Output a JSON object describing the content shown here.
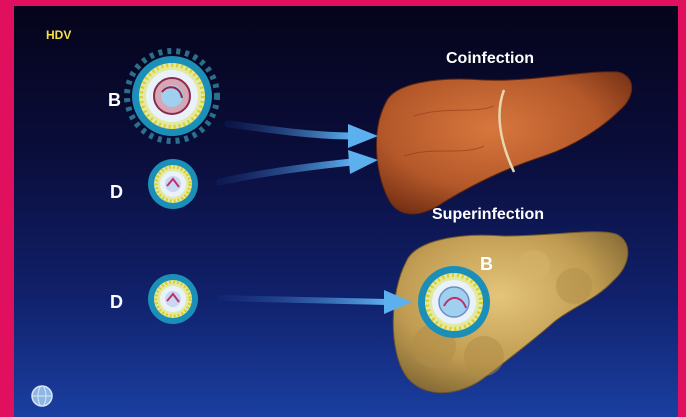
{
  "slide": {
    "corner_label": "HDV",
    "coinfection_title": "Coinfection",
    "superinfection_title": "Superinfection",
    "virus_labels": {
      "b_top": "B",
      "d_middle": "D",
      "d_bottom": "D",
      "b_in_liver": "B"
    }
  },
  "colors": {
    "frame": "#e0105e",
    "corner_label": "#f3e24a",
    "arrow": "#4a9be0",
    "coinfection_liver": "#b4582a",
    "superinfection_liver": "#c9a95a"
  },
  "icons": [
    "hepatitis-b-virion-icon",
    "hepatitis-d-virion-icon",
    "globe-logo-icon"
  ]
}
